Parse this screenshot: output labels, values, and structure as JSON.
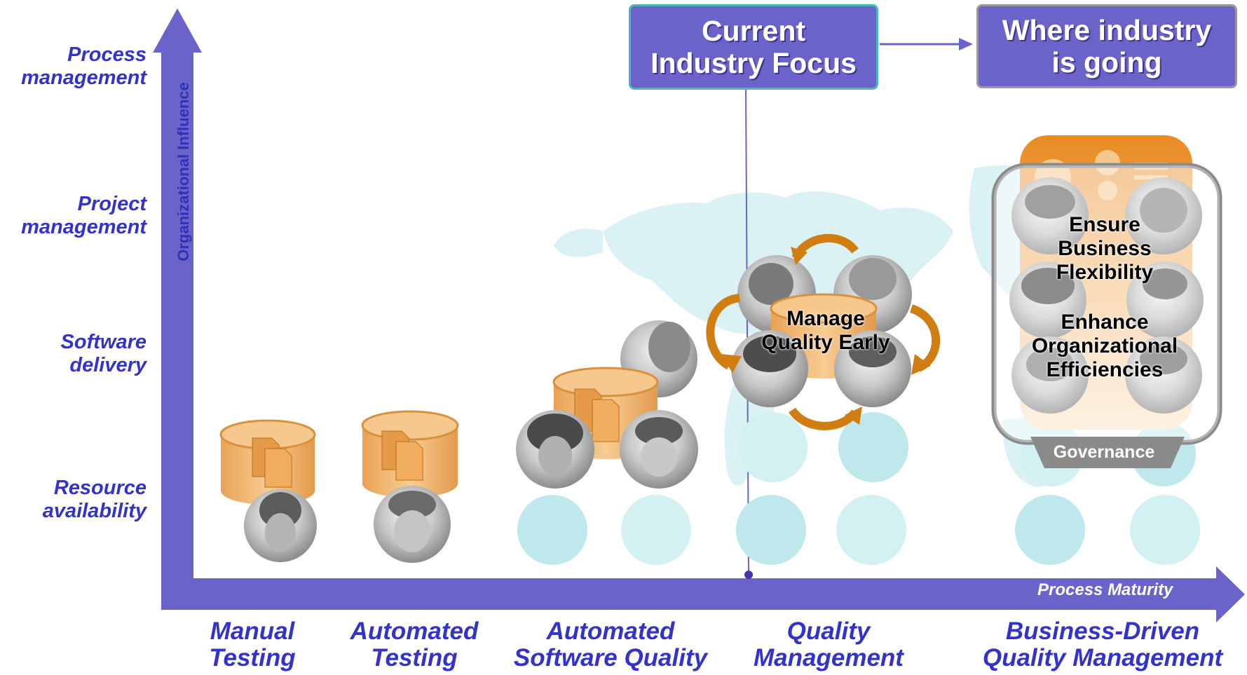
{
  "y_levels": [
    {
      "line1": "Process",
      "line2": "management"
    },
    {
      "line1": "Project",
      "line2": "management"
    },
    {
      "line1": "Software",
      "line2": "delivery"
    },
    {
      "line1": "Resource",
      "line2": "availability"
    }
  ],
  "y_axis_title": "Organizational Influence",
  "x_axis_title": "Process Maturity",
  "x_stages": [
    {
      "line1": "Manual",
      "line2": "Testing"
    },
    {
      "line1": "Automated",
      "line2": "Testing"
    },
    {
      "line1": "Automated",
      "line2": "Software Quality"
    },
    {
      "line1": "Quality",
      "line2": "Management"
    },
    {
      "line1": "Business-Driven",
      "line2": "Quality Management"
    }
  ],
  "boxes": {
    "current": {
      "line1": "Current",
      "line2": "Industry Focus"
    },
    "future": {
      "line1": "Where industry",
      "line2": "is going"
    }
  },
  "callouts": {
    "manage": {
      "line1": "Manage",
      "line2": "Quality Early"
    },
    "ensure": {
      "line1": "Ensure",
      "line2": "Business",
      "line3": "Flexibility"
    },
    "enhance": {
      "line1": "Enhance",
      "line2": "Organizational",
      "line3": "Efficiencies"
    }
  },
  "governance_label": "Governance",
  "colors": {
    "axis": "#6a63c9",
    "label": "#3333cc",
    "teal": "#bfe8ec",
    "orange": "#f0b66a",
    "orange_dark": "#d07d12"
  }
}
